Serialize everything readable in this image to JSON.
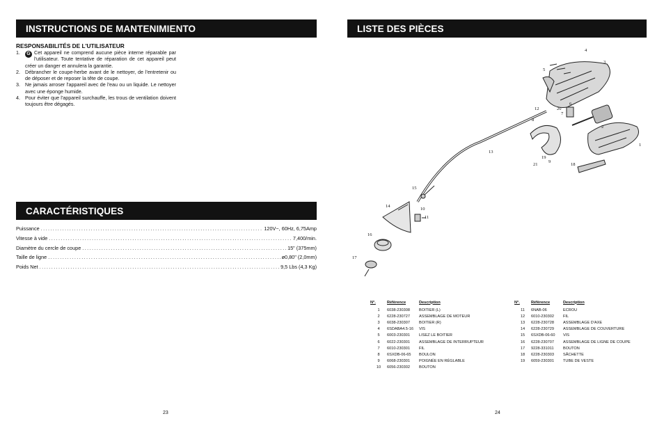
{
  "left_page": {
    "maintenance_title": "INSTRUCTIONS DE MANTENIMIENTO",
    "responsibilities_title": "RESPONSABILITÉS DE L'UTILISATEUR",
    "warning_icon_letter": "G",
    "instructions": [
      {
        "num": "1.",
        "text": "Cet appareil ne comprend aucune pièce interne réparable par l'utilisateur. Toute tentative de réparation de cet appareil peut créer un danger et annulera la garantie."
      },
      {
        "num": "2.",
        "text": "Débrancher le coupe-herbe avant de le nettoyer, de l'entretenir ou de déposer et de reposer la tête de coupe."
      },
      {
        "num": "3.",
        "text": "Ne jamais arroser l'appareil avec de l'eau ou un liquide. Le nettoyer avec une éponge humide."
      },
      {
        "num": "4.",
        "text": "Pour éviter que l'appareil surchauffe, les trous de ventilation doivent toujours être dégagés."
      }
    ],
    "characteristics_title": "CARACTÉRISTIQUES",
    "specs": [
      {
        "label": "Puissance",
        "value": "120V~, 60Hz, 6,75Amp"
      },
      {
        "label": "Vitesse à vide",
        "value": "7,400/min."
      },
      {
        "label": "Diamètre du cercle de coupe",
        "value": "15\" (375mm)"
      },
      {
        "label": "Taille de ligne",
        "value": "ø0,80\" (2,0mm)"
      },
      {
        "label": "Poids Net",
        "value": "9,5 Lbs (4,3 Kg)"
      }
    ],
    "page_number": "23"
  },
  "right_page": {
    "parts_title": "LISTE DES PIÈCES",
    "diagram_labels": [
      "1",
      "2",
      "3",
      "4",
      "5",
      "6",
      "7",
      "8",
      "9",
      "10",
      "11",
      "12",
      "13",
      "14",
      "15",
      "16",
      "17",
      "18",
      "19",
      "20",
      "21"
    ],
    "table_headers": {
      "num": "N°.",
      "ref": "Référence",
      "desc": "Description"
    },
    "parts_left": [
      {
        "num": "1",
        "ref": "6038-230308",
        "desc": "BOITIER (L)"
      },
      {
        "num": "2",
        "ref": "6228-230727",
        "desc": "ASSEMBLAGE DE MOTEUR"
      },
      {
        "num": "3",
        "ref": "6038-230307",
        "desc": "BOITIER (R)"
      },
      {
        "num": "4",
        "ref": "6SDABA4.5-16",
        "desc": "VIS"
      },
      {
        "num": "5",
        "ref": "6003-230301",
        "desc": "LISEZ LE BOITIER"
      },
      {
        "num": "6",
        "ref": "6022-230301",
        "desc": "ASSEMBLAGE DE INTERRUPTEUR"
      },
      {
        "num": "7",
        "ref": "6010-230301",
        "desc": "FIL"
      },
      {
        "num": "8",
        "ref": "6SXDB-06-65",
        "desc": "BOULON"
      },
      {
        "num": "9",
        "ref": "6068-230301",
        "desc": "POIGNÉE EN RÉGLABLE"
      },
      {
        "num": "10",
        "ref": "6056-230302",
        "desc": "BOUTON"
      }
    ],
    "parts_right": [
      {
        "num": "11",
        "ref": "6NAB-06",
        "desc": "ECROU"
      },
      {
        "num": "12",
        "ref": "6010-230302",
        "desc": "FIL"
      },
      {
        "num": "13",
        "ref": "6228-230728",
        "desc": "ASSEMBLAGE D'AXE"
      },
      {
        "num": "14",
        "ref": "6228-230729",
        "desc": "ASSEMBLAGE DE COUVERTURE"
      },
      {
        "num": "15",
        "ref": "6SXDB-06-60",
        "desc": "VIS"
      },
      {
        "num": "16",
        "ref": "6228-230707",
        "desc": "ASSEMBLAGE DE LIGNE DE COUPE"
      },
      {
        "num": "17",
        "ref": "9228-331011",
        "desc": "BOUTON"
      },
      {
        "num": "18",
        "ref": "6228-230303",
        "desc": "SÂCHETTE"
      },
      {
        "num": "19",
        "ref": "6059-230301",
        "desc": "TUBE DE VESTE"
      }
    ],
    "page_number": "24"
  }
}
